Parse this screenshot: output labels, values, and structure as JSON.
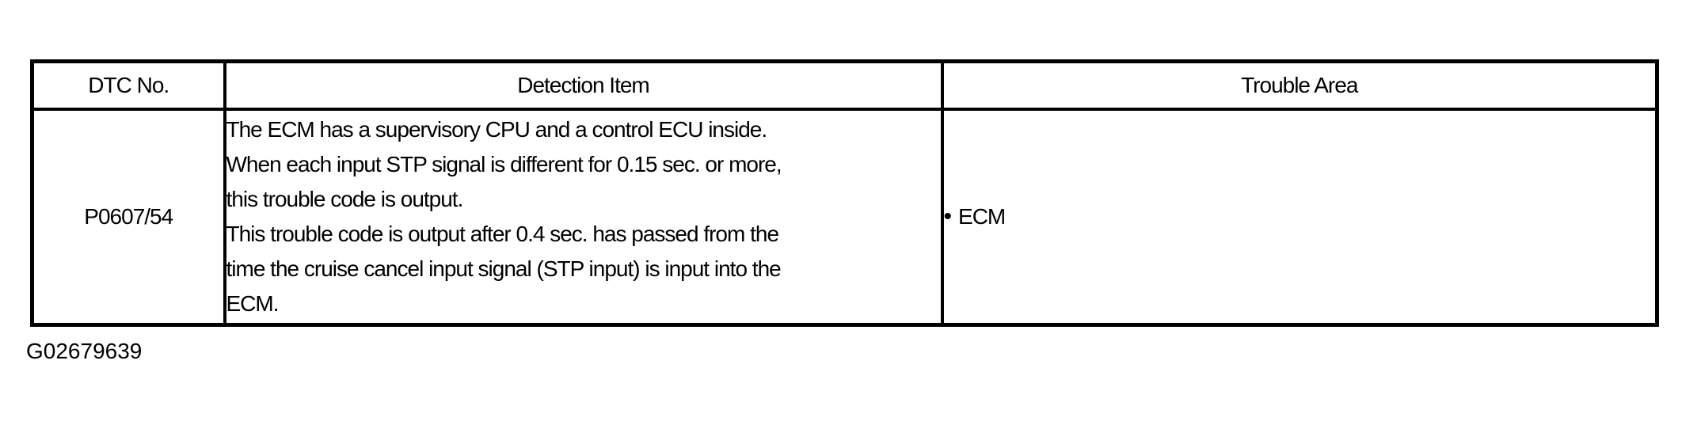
{
  "page": {
    "figure_reference": "G02679639"
  },
  "colors": {
    "background": "#ffffff",
    "border": "#000000",
    "text": "#000000"
  },
  "icons": {
    "bullet": "•"
  },
  "table": {
    "columns": [
      {
        "label": "DTC No."
      },
      {
        "label": "Detection Item"
      },
      {
        "label": "Trouble Area"
      }
    ],
    "rows": [
      {
        "dtc_no": "P0607/54",
        "detection_item_lines": [
          "The ECM has a supervisory CPU and a control ECU inside.",
          "When each input STP signal is different for 0.15 sec. or more,",
          "this trouble code is output.",
          "This trouble code is output after 0.4 sec. has passed from the",
          "time the cruise cancel input signal (STP input) is input into the",
          "ECM."
        ],
        "trouble_area_items": [
          "ECM"
        ]
      }
    ]
  }
}
